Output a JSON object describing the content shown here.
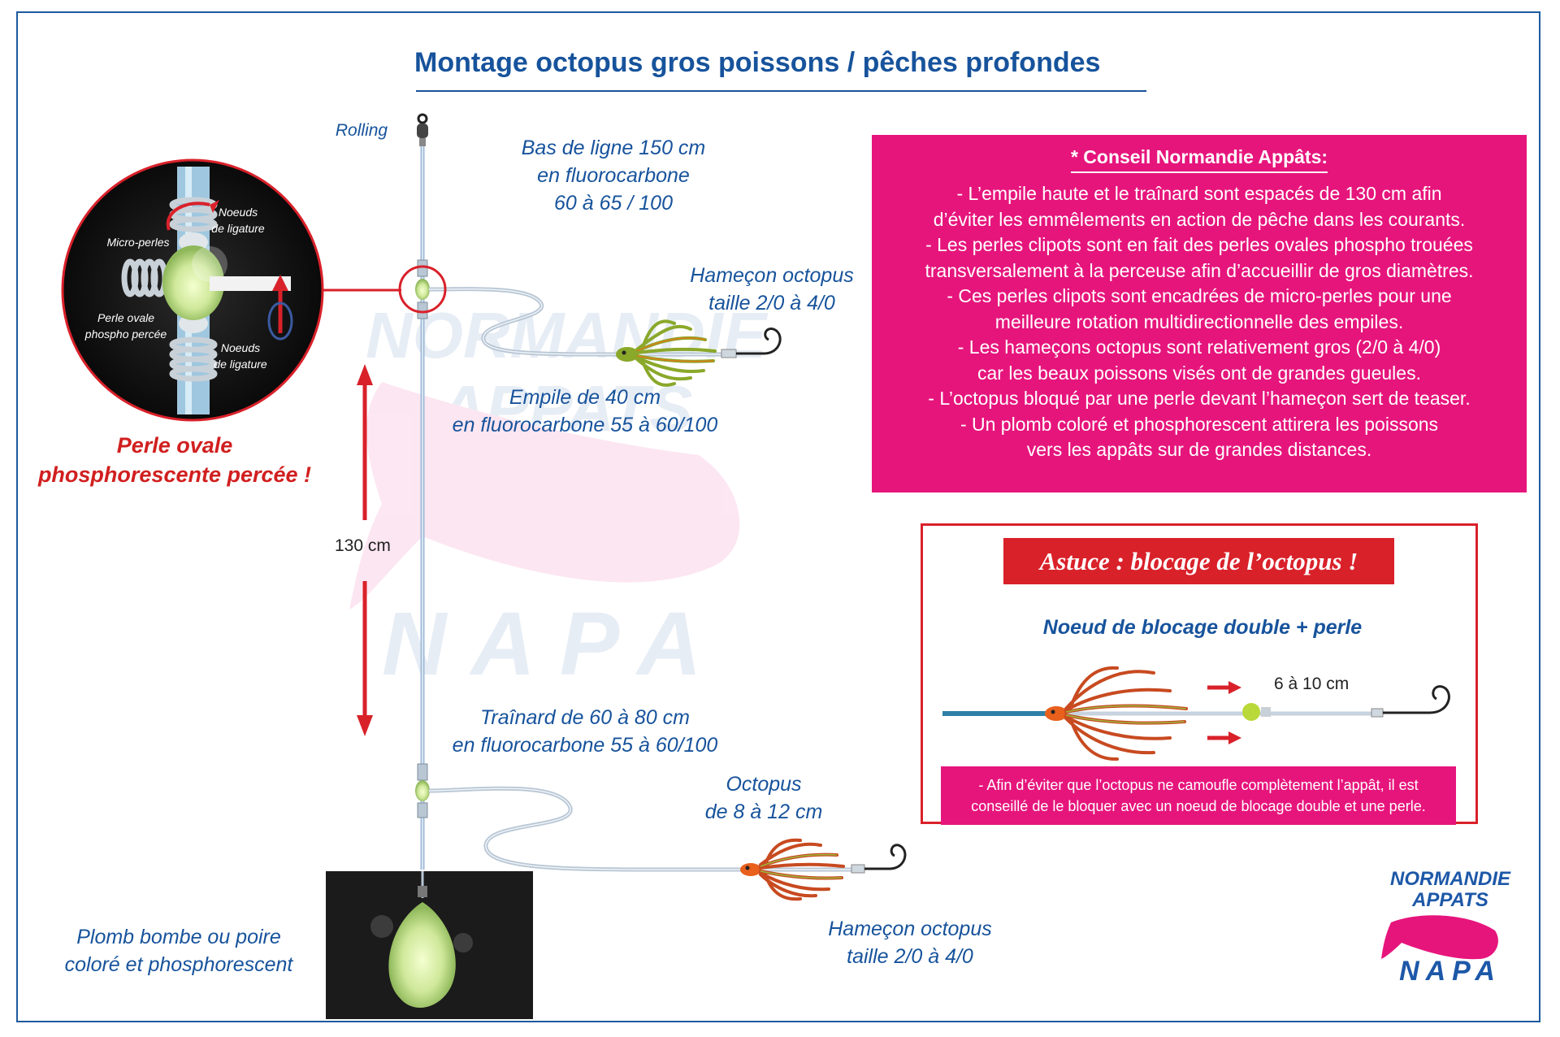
{
  "title": "Montage octopus gros poissons / pêches profondes",
  "labels": {
    "rolling": "Rolling",
    "bas_de_ligne": [
      "Bas de ligne 150 cm",
      "en fluorocarbone",
      "60 à 65 / 100"
    ],
    "hook_top": [
      "Hameçon octopus",
      "taille 2/0 à 4/0"
    ],
    "empile": [
      "Empile de 40 cm",
      "en fluorocarbone 55 à 60/100"
    ],
    "distance": "130 cm",
    "trainard": [
      "Traînard de 60 à 80 cm",
      "en fluorocarbone 55 à 60/100"
    ],
    "octopus_size": [
      "Octopus",
      "de 8 à 12 cm"
    ],
    "hook_bottom": [
      "Hameçon octopus",
      "taille 2/0 à 4/0"
    ],
    "plomb": [
      "Plomb bombe ou poire",
      "coloré et phosphorescent"
    ]
  },
  "inset": {
    "noeuds_top": [
      "Noeuds",
      "de ligature"
    ],
    "micro_perles": "Micro-perles",
    "perle_ovale": [
      "Perle ovale",
      "phospho percée"
    ],
    "noeuds_bottom": [
      "Noeuds",
      "de ligature"
    ],
    "caption": [
      "Perle ovale",
      "phosphorescente percée !"
    ]
  },
  "conseil": {
    "heading": "* Conseil Normandie Appâts:",
    "lines": [
      "- L’empile haute et le traînard sont espacés de 130 cm afin",
      "d’éviter les emmêlements en action de pêche dans les courants.",
      "- Les perles clipots sont en fait des perles ovales phospho trouées",
      "transversalement à la perceuse afin d’accueillir de gros diamètres.",
      "- Ces perles clipots sont encadrées de micro-perles pour une",
      "meilleure rotation multidirectionnelle des empiles.",
      "- Les hameçons octopus sont relativement gros (2/0 à 4/0)",
      "car les beaux poissons visés ont de grandes gueules.",
      "- L’octopus bloqué par une perle devant l’hameçon sert de teaser.",
      "- Un plomb coloré et phosphorescent attirera les poissons",
      "vers les appâts sur de grandes distances."
    ]
  },
  "astuce": {
    "heading": "Astuce : blocage de l’octopus !",
    "subtitle": "Noeud de blocage double + perle",
    "distance": "6 à 10 cm",
    "note": [
      "-  Afin d’éviter que l’octopus ne camoufle complètement l’appât, il est",
      "conseillé de le bloquer avec un noeud de blocage double et une perle."
    ]
  },
  "logo": {
    "line1": "NORMANDIE",
    "line2": "APPATS",
    "line3": "NAPA"
  },
  "watermark": {
    "line1": "NORMANDIE",
    "line2": "APPATS",
    "line3": "NAPA"
  },
  "colors": {
    "brand_blue": "#17539c",
    "accent_red": "#d9212a",
    "panel_pink": "#e6157c",
    "bead_green": "#cfe89a",
    "octopus_green": "#8aa82a",
    "octopus_orange": "#e8601c"
  }
}
